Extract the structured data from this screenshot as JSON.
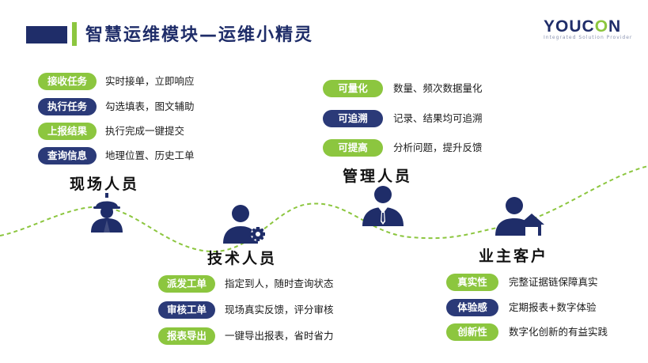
{
  "header": {
    "title": "智慧运维模块—运维小精灵",
    "logo_main": "YOUC",
    "logo_mid": "O",
    "logo_end": "N",
    "logo_sub": "Integrated Solution Provider"
  },
  "field_staff": {
    "role": "现场人员",
    "items": [
      {
        "tag": "接收任务",
        "desc": "实时接单，立即响应",
        "color": "green"
      },
      {
        "tag": "执行任务",
        "desc": "勾选填表，图文辅助",
        "color": "navy"
      },
      {
        "tag": "上报结果",
        "desc": "执行完成一键提交",
        "color": "green"
      },
      {
        "tag": "查询信息",
        "desc": "地理位置、历史工单",
        "color": "navy"
      }
    ]
  },
  "tech_staff": {
    "role": "技术人员",
    "items": [
      {
        "tag": "派发工单",
        "desc": "指定到人，随时查询状态",
        "color": "green"
      },
      {
        "tag": "审核工单",
        "desc": "现场真实反馈，评分审核",
        "color": "navy"
      },
      {
        "tag": "报表导出",
        "desc": "一键导出报表，省时省力",
        "color": "green"
      }
    ]
  },
  "mgmt_staff": {
    "role": "管理人员",
    "items": [
      {
        "tag": "可量化",
        "desc": "数量、频次数据量化",
        "color": "green"
      },
      {
        "tag": "可追溯",
        "desc": "记录、结果均可追溯",
        "color": "navy"
      },
      {
        "tag": "可提高",
        "desc": "分析问题，提升反馈",
        "color": "green"
      }
    ]
  },
  "owner": {
    "role": "业主客户",
    "items": [
      {
        "tag": "真实性",
        "desc": "完整证据链保障真实",
        "color": "green"
      },
      {
        "tag": "体验感",
        "desc": "定期报表+数字体验",
        "color": "navy"
      },
      {
        "tag": "创新性",
        "desc": "数字化创新的有益实践",
        "color": "green"
      }
    ]
  },
  "colors": {
    "navy": "#1f2d69",
    "green": "#8cc63f"
  },
  "icons": {
    "field_staff": "worker-helmet-icon",
    "tech_staff": "technician-gear-icon",
    "mgmt_staff": "manager-tie-icon",
    "owner": "owner-house-icon"
  }
}
